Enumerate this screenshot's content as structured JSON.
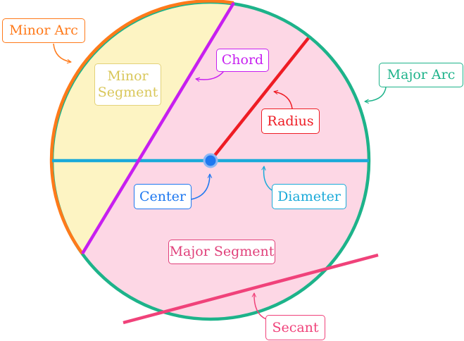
{
  "labels": {
    "minor_arc": "Minor Arc",
    "minor_segment_line1": "Minor",
    "minor_segment_line2": "Segment",
    "chord": "Chord",
    "major_arc": "Major Arc",
    "radius": "Radius",
    "center": "Center",
    "diameter": "Diameter",
    "major_segment": "Major Segment",
    "secant": "Secant"
  },
  "colors": {
    "circle_outline": "#1db38a",
    "minor_arc": "#ff7a1a",
    "minor_segment_fill": "#fdf4c3",
    "major_segment_fill": "#fdd7e5",
    "chord": "#c71ff0",
    "radius": "#ee1c24",
    "diameter": "#1aaad9",
    "center": "#1e78f0",
    "center_label": "#1e78f0",
    "secant": "#f0427a",
    "major_segment_label": "#e0407a",
    "minor_segment_label": "#d9c75a",
    "diameter_label": "#1aaad9"
  }
}
